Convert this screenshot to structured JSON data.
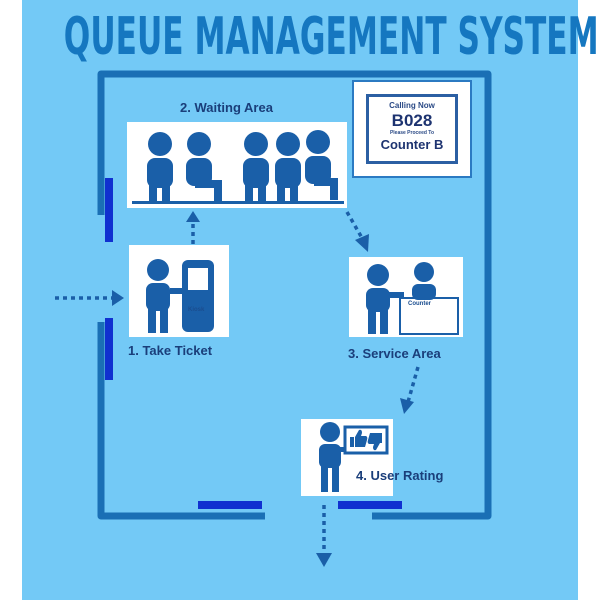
{
  "title": "QUEUE MANAGEMENT SYSTEM",
  "steps": {
    "waiting": "2. Waiting Area",
    "ticket": "1. Take Ticket",
    "service": "3. Service Area",
    "rating": "4. User Rating"
  },
  "kiosk_label": "Kiosk",
  "counter_label": "Counter",
  "display": {
    "calling": "Calling Now",
    "number": "B028",
    "instruction": "Please Proceed To",
    "counter": "Counter B"
  },
  "colors": {
    "background": "#73c9f6",
    "frame": "#1a6fb5",
    "figure": "#1a5fa8",
    "door": "#1030d0"
  }
}
